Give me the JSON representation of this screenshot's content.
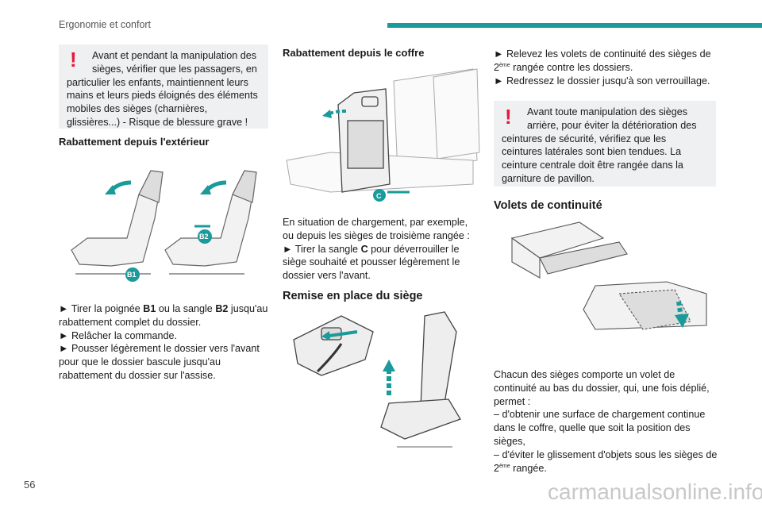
{
  "header": {
    "section": "Ergonomie et confort",
    "accent": "#1a9a9a"
  },
  "left": {
    "warning": {
      "icon": "exclamation",
      "line1": "Avant et pendant la manipulation des",
      "line2": "sièges, vérifier que les passagers, en",
      "rest": "particulier les enfants, maintiennent leurs mains et leurs pieds éloignés des éléments mobiles des sièges (charnières, glissières...) - Risque de blessure grave !"
    },
    "heading": "Rabattement depuis l'extérieur",
    "labels": [
      "B1",
      "B2"
    ],
    "steps": [
      {
        "pre": "► Tirer la poignée ",
        "b1": "B1",
        "mid": " ou la sangle ",
        "b2": "B2",
        "post": " jusqu'au rabattement complet du dossier."
      },
      {
        "text": "► Relâcher la commande."
      },
      {
        "text": "► Pousser légèrement le dossier vers l'avant pour que le dossier bascule jusqu'au rabattement du dossier sur l'assise."
      }
    ]
  },
  "middle": {
    "heading1": "Rabattement depuis le coffre",
    "label": "C",
    "para": "En situation de chargement, par exemple, ou depuis les sièges de troisième rangée :",
    "step": {
      "pre": "► Tirer la sangle ",
      "b": "C",
      "post": " pour déverrouiller le siège souhaité et pousser légèrement le dossier vers l'avant."
    },
    "heading2": "Remise en place du siège"
  },
  "right": {
    "step1": {
      "pre": "► Relevez les volets de continuité des sièges de 2",
      "sup": "ème",
      "post": " rangée contre les dossiers."
    },
    "step2": "► Redressez le dossier jusqu'à son verrouillage.",
    "warning": {
      "icon": "exclamation",
      "line1": "Avant toute manipulation des sièges",
      "line2": "arrière, pour éviter la détérioration des",
      "rest": "ceintures de sécurité, vérifiez que les ceintures latérales sont bien tendues. La ceinture centrale doit être rangée dans la garniture de pavillon."
    },
    "heading": "Volets de continuité",
    "para": "Chacun des sièges comporte un volet de continuité au bas du dossier, qui, une fois déplié, permet :",
    "item1": "– d'obtenir une surface de chargement continue dans le coffre, quelle que soit la position des sièges,",
    "item2": {
      "pre": "– d'éviter le glissement d'objets sous les sièges de 2",
      "sup": "ème",
      "post": " rangée."
    }
  },
  "footer": {
    "page": "56",
    "watermark": "carmanualsonline.info"
  }
}
